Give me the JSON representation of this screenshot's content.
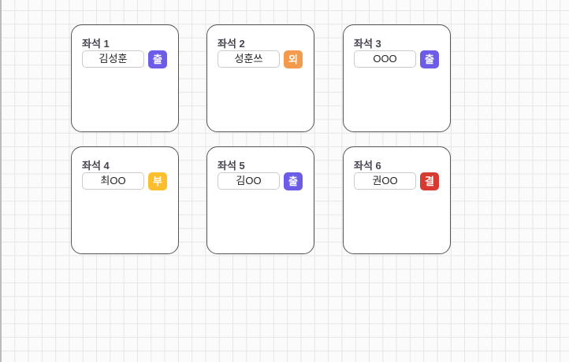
{
  "seats": [
    {
      "label": "좌석 1",
      "name": "김성훈",
      "status": "출",
      "color": "#6c5ce7"
    },
    {
      "label": "좌석 2",
      "name": "성훈쓰",
      "status": "외",
      "color": "#f39a4c"
    },
    {
      "label": "좌석 3",
      "name": "OOO",
      "status": "출",
      "color": "#6c5ce7"
    },
    {
      "label": "좌석 4",
      "name": "최OO",
      "status": "부",
      "color": "#fbbf2e"
    },
    {
      "label": "좌석 5",
      "name": "김OO",
      "status": "출",
      "color": "#6c5ce7"
    },
    {
      "label": "좌석 6",
      "name": "권OO",
      "status": "결",
      "color": "#d63a31"
    }
  ]
}
